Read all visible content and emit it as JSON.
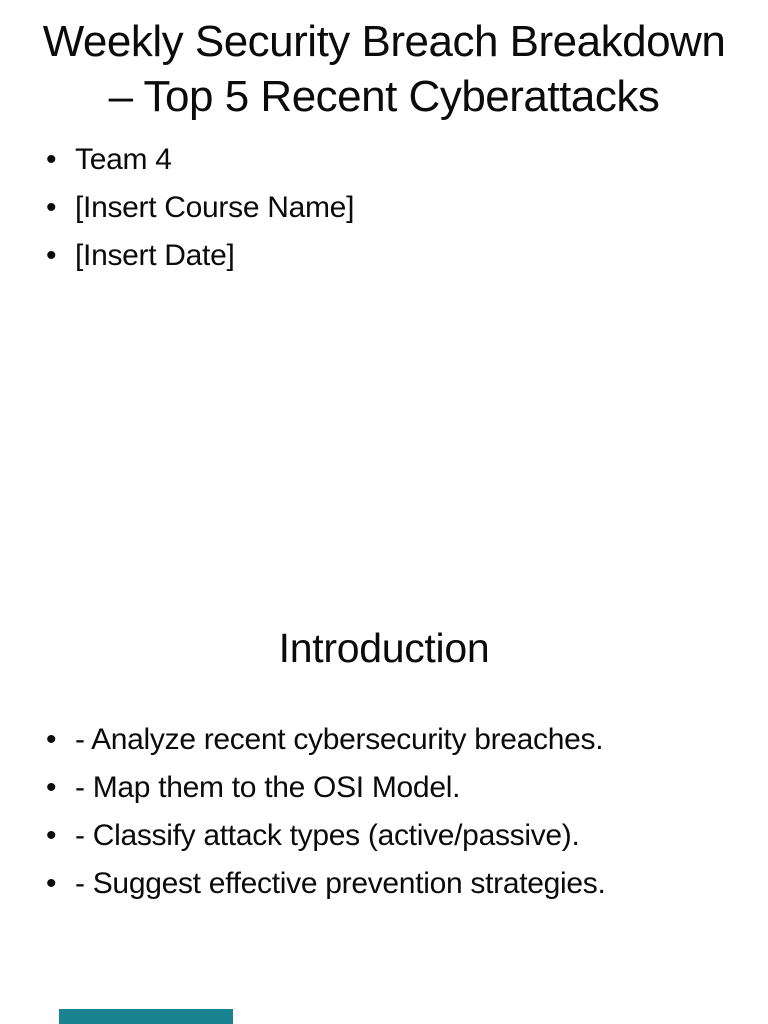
{
  "document": {
    "bullet_glyph": "•",
    "slide1": {
      "title_lines": [
        "Weekly Security Breach Breakdown",
        "– Top 5 Recent Cyberattacks"
      ],
      "bullets": [
        "Team 4",
        "[Insert Course Name]",
        "[Insert Date]"
      ]
    },
    "slide2": {
      "title": "Introduction",
      "bullets": [
        "- Analyze recent cybersecurity breaches.",
        "- Map them to the OSI Model.",
        "- Classify attack types (active/passive).",
        "- Suggest effective prevention strategies."
      ]
    },
    "next_slide_peek": {
      "accent_color": "#1a8391"
    }
  }
}
